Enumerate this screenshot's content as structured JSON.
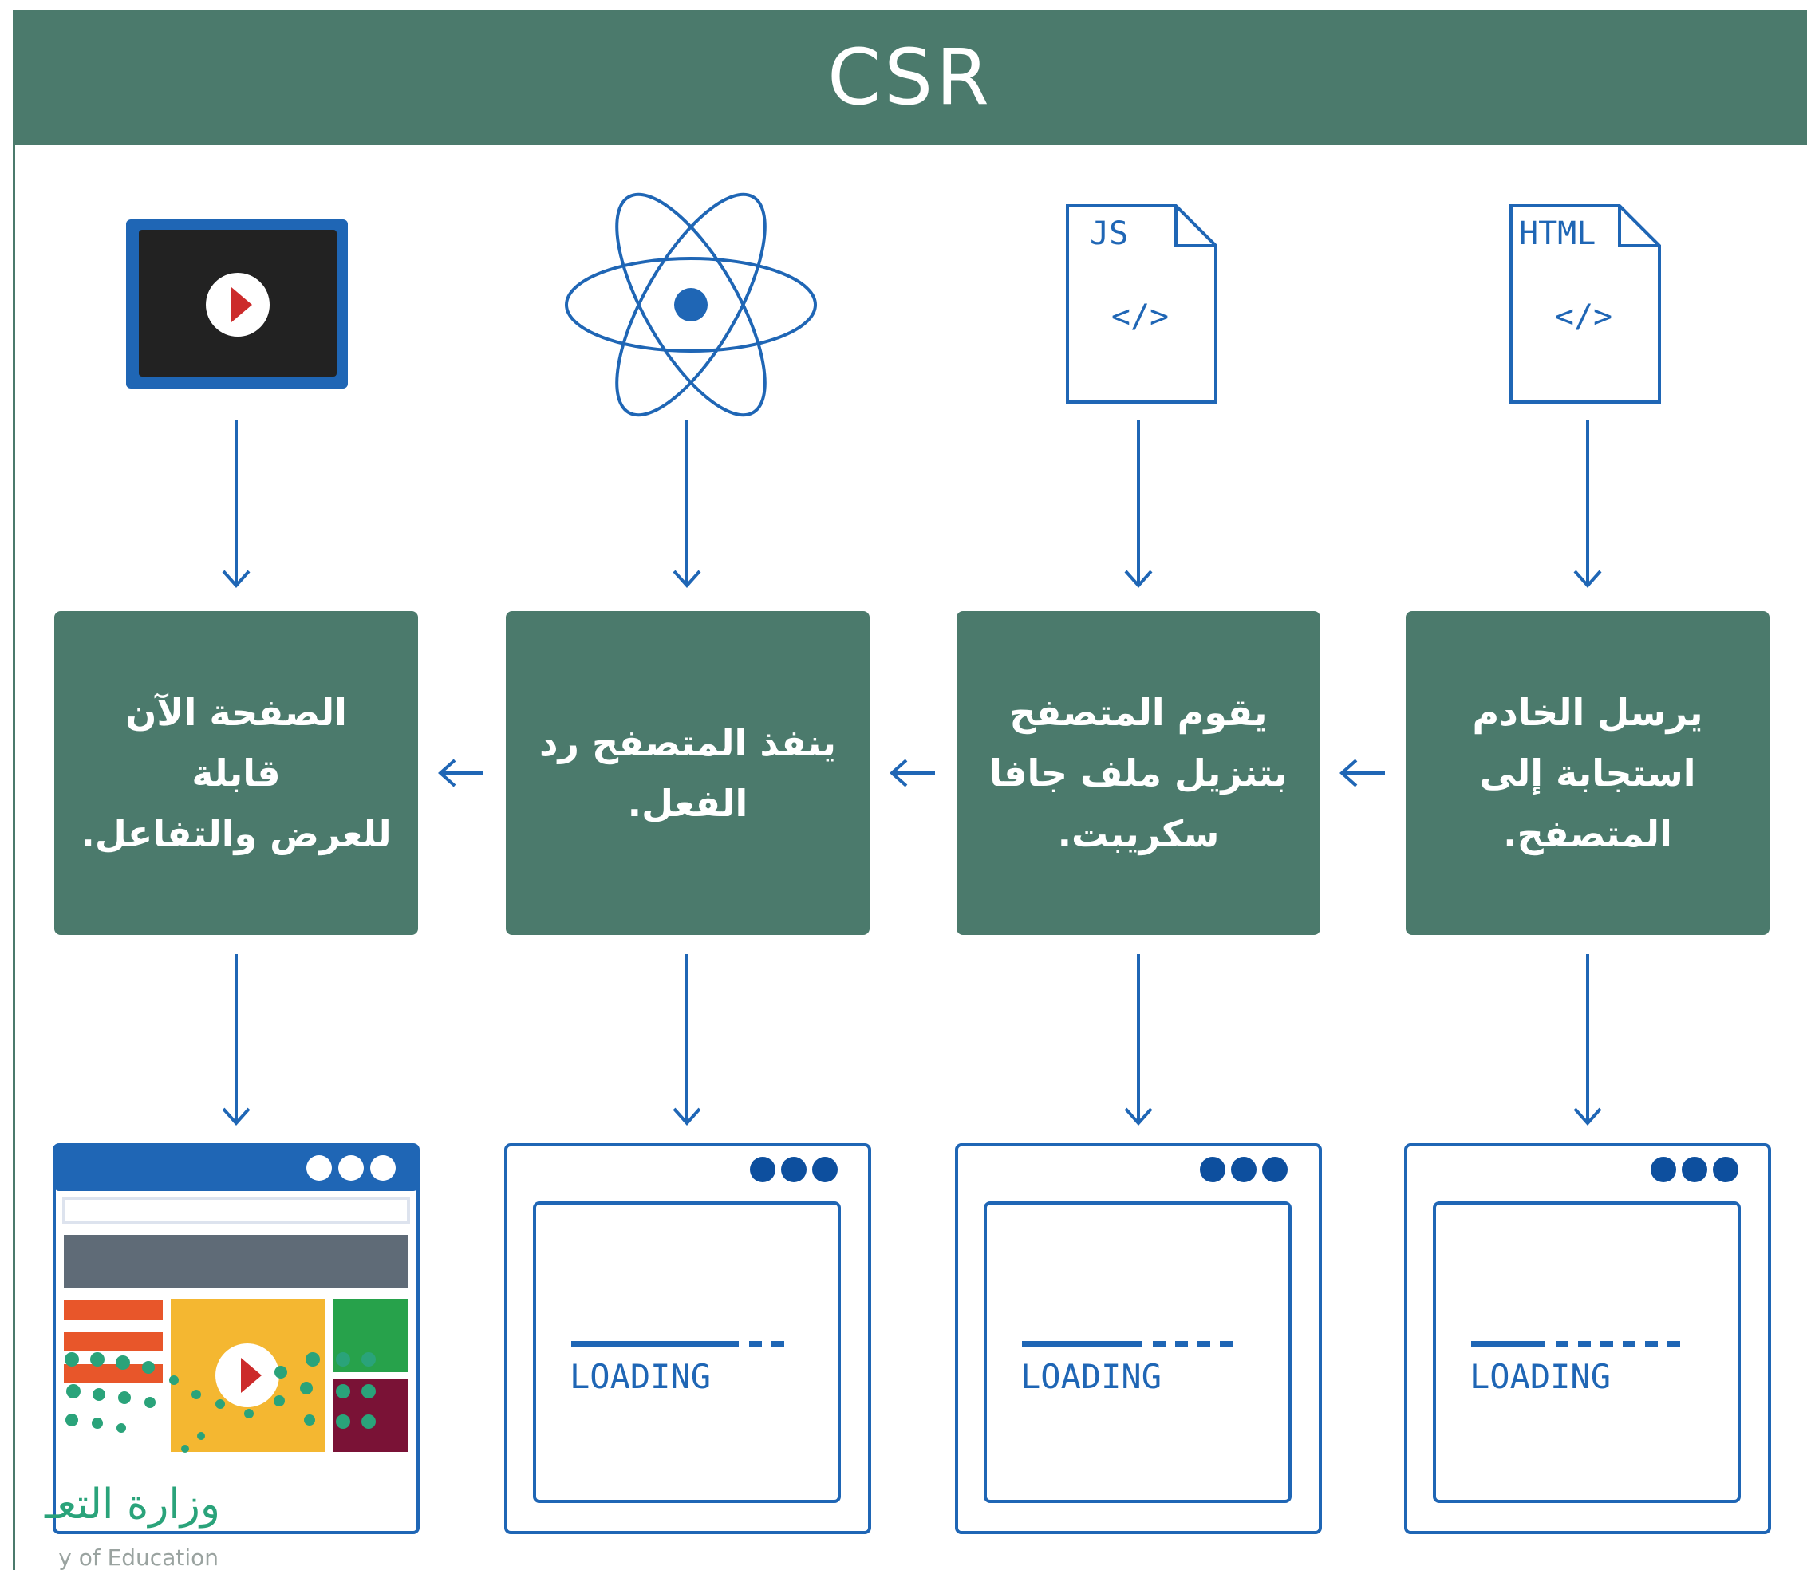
{
  "header": {
    "title": "CSR"
  },
  "icons": {
    "html_file_label": "HTML",
    "html_file_code": "</>",
    "js_file_label": "JS",
    "js_file_code": "</>",
    "react_icon": "atom-icon",
    "video_icon": "video-player-icon"
  },
  "steps": [
    {
      "text": "يرسل الخادم\nاستجابة إلى\nالمتصفح."
    },
    {
      "text": "يقوم المتصفح\nبتنزيل  ملف جافا\nسكريبت."
    },
    {
      "text": "ينفذ المتصفح رد\nالفعل."
    },
    {
      "text": "الصفحة الآن قابلة\nللعرض والتفاعل."
    }
  ],
  "browsers": [
    {
      "loading_label": "LOADING"
    },
    {
      "loading_label": "LOADING"
    },
    {
      "loading_label": "LOADING"
    }
  ],
  "logo": {
    "text_ar": "وزارة التعـ",
    "text_en": "y of Education"
  },
  "colors": {
    "primary_green": "#4b7a6c",
    "blue": "#1f66b5",
    "dark_blue": "#0d4f9e"
  }
}
